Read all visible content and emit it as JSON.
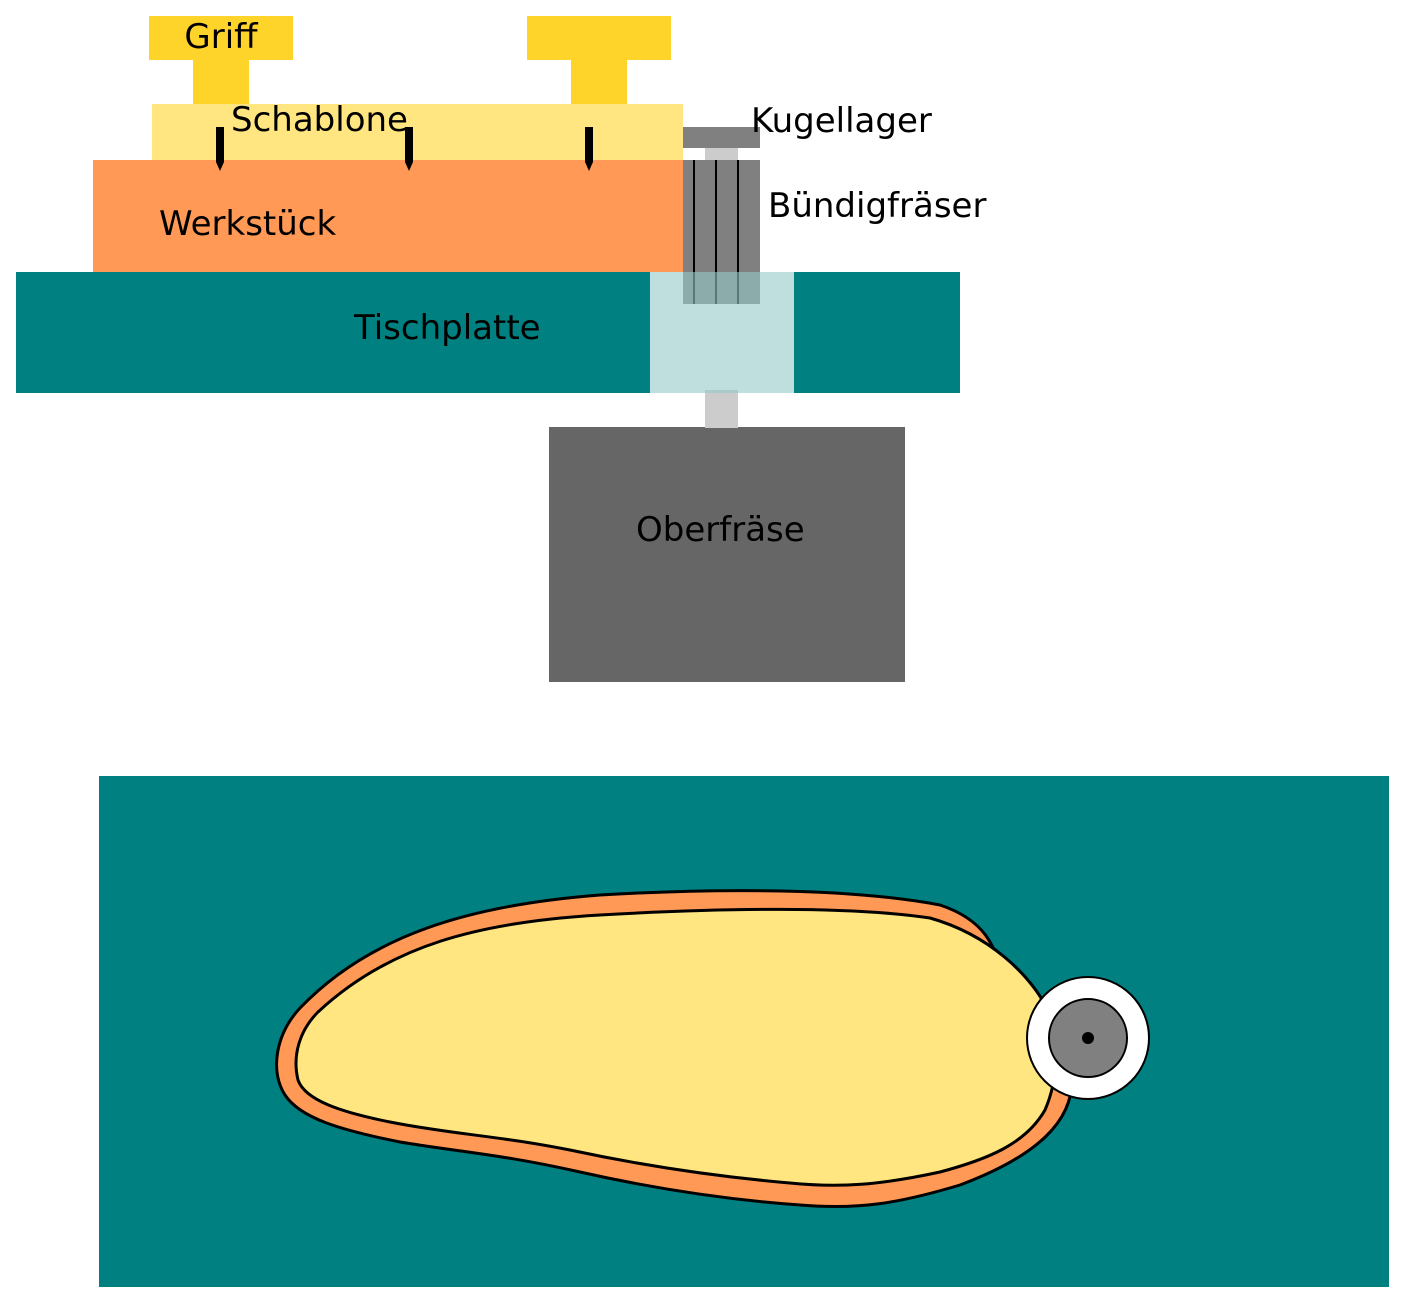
{
  "labels": {
    "handle": "Griff",
    "template": "Schablone",
    "bearing": "Kugellager",
    "bit": "Bündigfräser",
    "workpiece": "Werkstück",
    "table": "Tischplatte",
    "router": "Oberfräse"
  },
  "colors": {
    "handle": "#FFD42A",
    "template": "#FFE680",
    "workpiece": "#FF9955",
    "table": "#008080",
    "table_opening": "#95C9C8",
    "bit": "#808080",
    "shaft": "#CCCCCC",
    "router": "#666666",
    "bearing": "#808080",
    "background": "#FFFFFF"
  }
}
